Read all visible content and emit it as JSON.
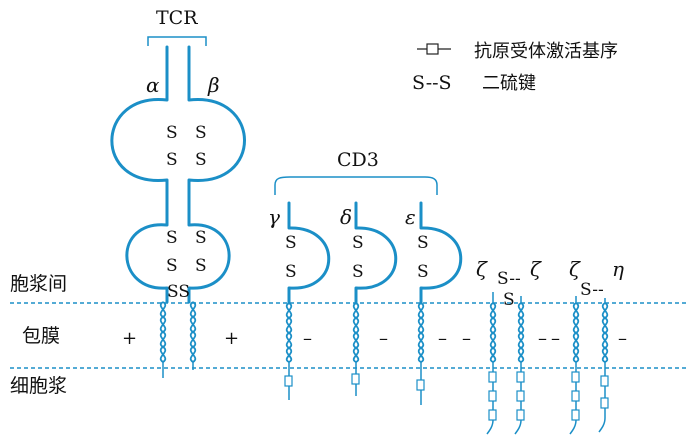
{
  "labels": {
    "tcr": "TCR",
    "cd3": "CD3",
    "alpha": "α",
    "beta": "β",
    "gamma": "γ",
    "delta": "δ",
    "epsilon": "ε",
    "zeta1": "ζ",
    "zeta2": "ζ",
    "zeta3": "ζ",
    "eta": "η"
  },
  "regions": {
    "extracellular": "胞浆间",
    "membrane": "包膜",
    "cytoplasm": "细胞浆"
  },
  "legend": {
    "itam": "抗原受体激活基序",
    "disulfide_symbol": "S--S",
    "disulfide": "二硫键"
  },
  "bonds": {
    "s": "S",
    "ss": "SS",
    "sdash": "S--"
  },
  "charges": {
    "plus": "+",
    "minus": "–"
  },
  "colors": {
    "chain": "#1b8fc7",
    "text": "#111111"
  }
}
